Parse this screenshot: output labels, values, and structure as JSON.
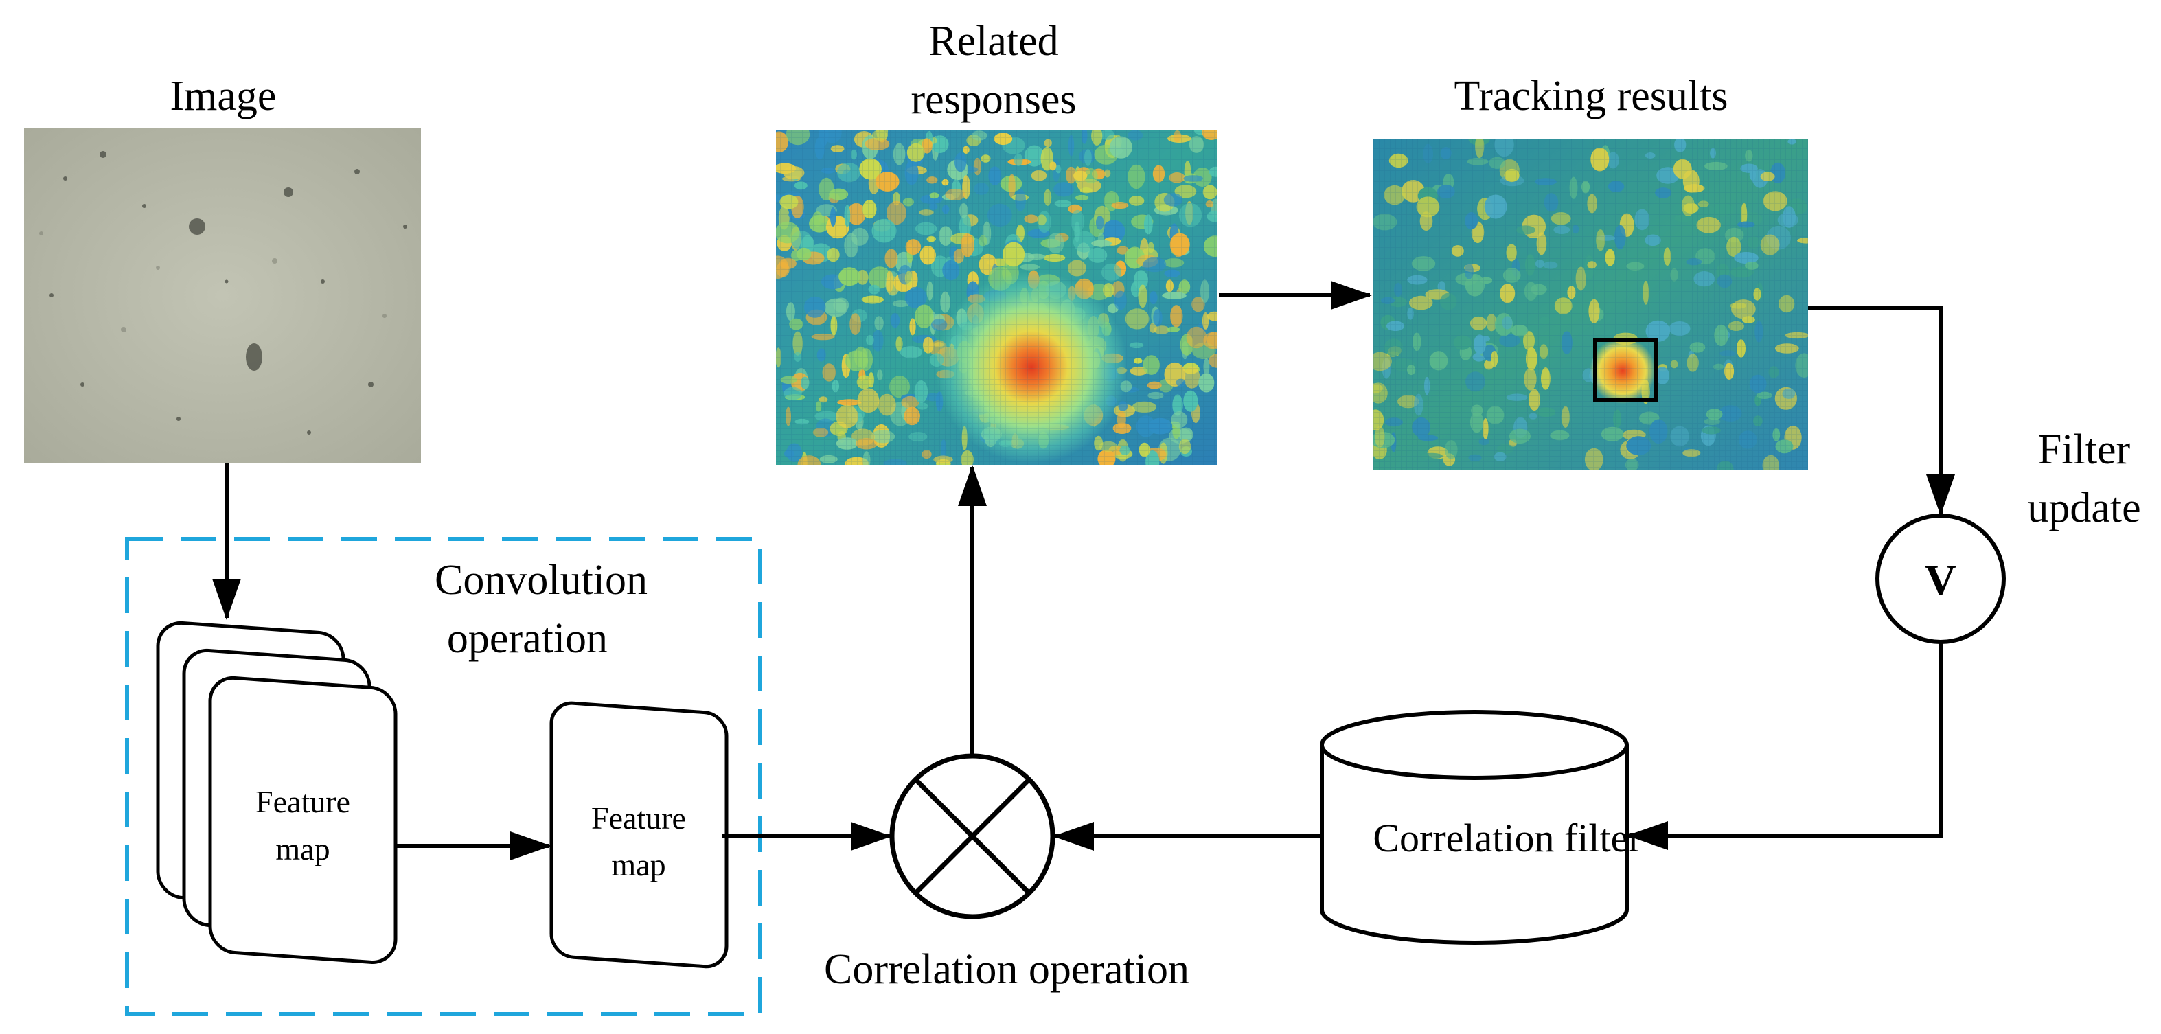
{
  "labels": {
    "image": "Image",
    "related_responses_line1": "Related",
    "related_responses_line2": "responses",
    "tracking_results": "Tracking results",
    "filter_update_line1": "Filter",
    "filter_update_line2": "update",
    "filter_node_symbol": "V",
    "convolution_line1": "Convolution",
    "convolution_line2": "operation",
    "feature_map_1_line1": "Feature",
    "feature_map_1_line2": "map",
    "feature_map_2_line1": "Feature",
    "feature_map_2_line2": "map",
    "correlation_operation": "Correlation operation",
    "correlation_filter": "Correlation filter"
  },
  "colors": {
    "line": "#000000",
    "dashed_box": "#1fa6dc",
    "image_bg": "#b6b8a8",
    "heatmap_base": "#2f9a9a",
    "heatmap_peak": "#e03a20",
    "heatmap_hot": "#e8d64a"
  }
}
